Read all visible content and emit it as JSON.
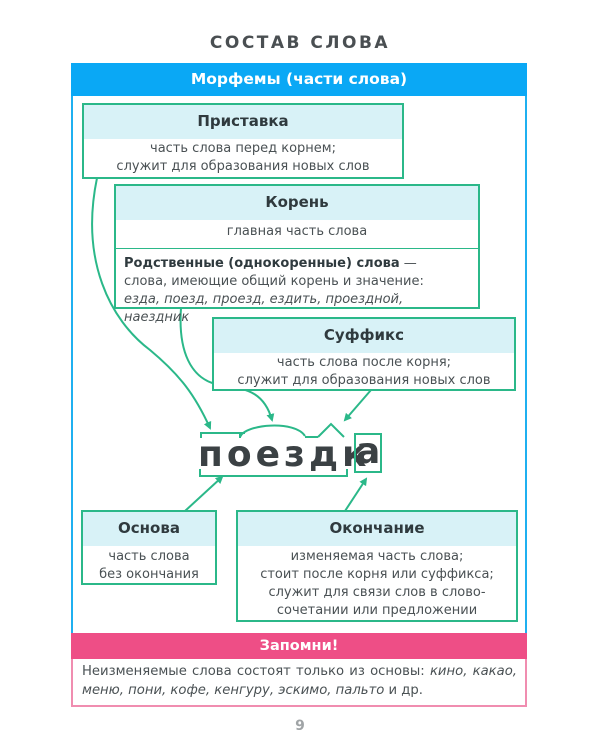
{
  "page": {
    "title": "СОСТАВ СЛОВА",
    "number": "9"
  },
  "morphemes": {
    "header": "Морфемы (части слова)",
    "prefix": {
      "title": "Приставка",
      "line1": "часть слова перед корнем;",
      "line2": "служит для образования новых слов"
    },
    "root": {
      "title": "Корень",
      "definition": "главная часть слова",
      "related_term": "Родственные (однокоренные) слова",
      "related_dash": " —",
      "related_line2": "слова, имеющие общий корень и значение:",
      "related_examples": "езда, поезд, проезд, ездить, проездной, наездник"
    },
    "suffix": {
      "title": "Суффикс",
      "line1": "часть слова после корня;",
      "line2": "служит для образования новых слов"
    },
    "example_word": {
      "stem": "поездк",
      "ending": "а"
    },
    "stem": {
      "title": "Основа",
      "line1": "часть слова",
      "line2": "без окончания"
    },
    "ending": {
      "title": "Окончание",
      "line1": "изменяемая часть слова;",
      "line2": "стоит после корня или суффикса;",
      "line3": "служит для связи слов в слово-",
      "line4": "сочетании или предложении"
    }
  },
  "note": {
    "header": "Запомни!",
    "text_plain": "Неизменяемые слова состоят только из основы: ",
    "examples_line1": "кино,",
    "examples_line2": "какао, меню, пони, кофе, кенгуру, эскимо, пальто",
    "text_end": " и др."
  },
  "colors": {
    "blue_header": "#0aa8f5",
    "green_border": "#2bb889",
    "box_header_bg": "#d8f2f7",
    "pink_header": "#ee4e86",
    "pink_border": "#f08db0"
  }
}
